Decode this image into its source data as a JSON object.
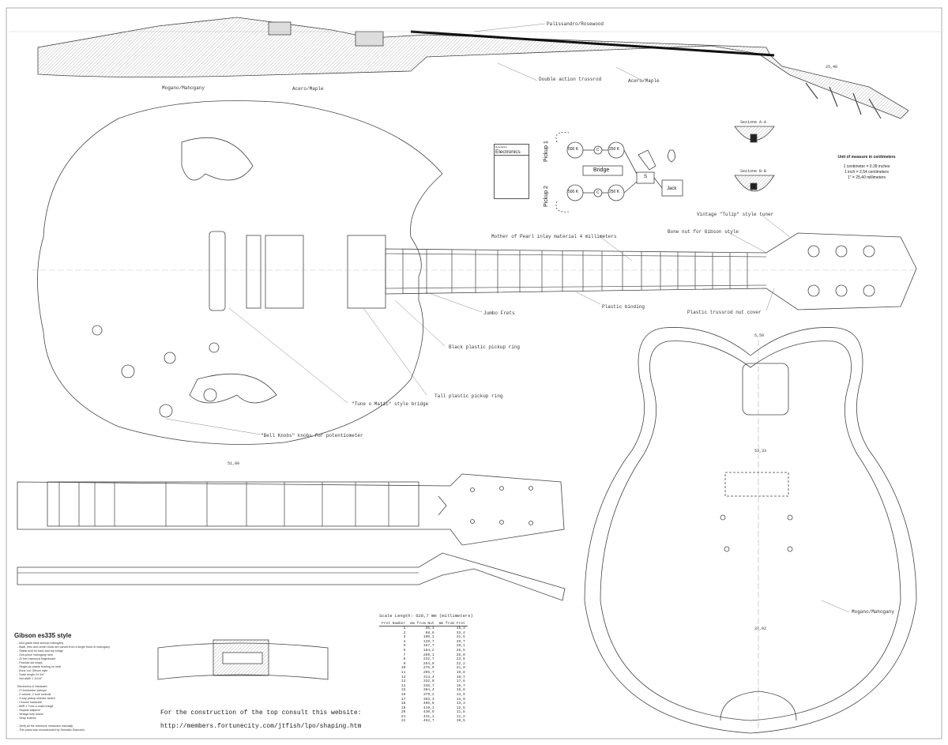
{
  "labels": {
    "palissandro": "Palissandro/Rosewood",
    "double_truss": "Double action trussrod",
    "acero_maple_neck": "Acero/Maple",
    "mogano_top": "Mogano/Mahogany",
    "acero_top": "Acero/Maple",
    "tulip_tuner": "Vintage \"Tulip\" style tuner",
    "bone_nut": "Bone nut for Gibson style",
    "mother_pearl": "Mother of Pearl inlay material 4 millimeters",
    "plastic_truss_cover": "Plastic trussrod nut cover",
    "plastic_binding": "Plastic binding",
    "jumbo_frets": "Jumbo Frets",
    "black_ring": "Black plastic pickup ring",
    "tall_ring": "Tall plastic pickup ring",
    "tune_o_matic": "\"Tune o Matic\" style bridge",
    "bell_knobs": "\"Bell Knobs\" knobs for potentiometer",
    "mogano_body": "Mogano/Mahogany",
    "section_aa": "Sezione A-A",
    "section_bb": "Sezione B-B"
  },
  "units": {
    "heading": "Unit of measure in centimeters",
    "lines": [
      "1 centimeter = 0.39 inches",
      "1 inch = 2,54 centimeters",
      "1\" = 25,40 millimeters"
    ]
  },
  "electronics": {
    "header": "Description",
    "title": "Electronics",
    "pickup1": "Pickup 1",
    "pickup2": "Pickup 2",
    "pot_500": "500 K",
    "pot_250": "250 K",
    "cap": "C",
    "bridge": "Bridge",
    "switch": "S",
    "jack": "Jack"
  },
  "model": {
    "title": "Gibson es335 style",
    "specs": [
      "- AA4 grade back and top mahogany",
      "- Back, rims and center block are carved from a single block of mahogany",
      "- Stable scrit for back and top bridge",
      "- One-piece mahogany neck",
      "- 22 fret rosewood fingerboard",
      "- Pearloid dot inlays",
      "- Single-ply plastic binding on neck",
      "- Bone nut, Gibson style",
      "- Scale length 24 3/4\"",
      "- Nut width 1 11/16\"",
      "",
      "  Electronics & Hardware:",
      "- 2 Humbucker pickups",
      "- 2 volume, 2 tone controls",
      "- 3-way pickup selector switch",
      "- Chrome hardware",
      "- ABR-1 Tune-o-matic bridge",
      "- Stopbar tailpiece",
      "- Vintage tulip tuners",
      "- Strap buttons",
      "",
      "- Verify all the reference measures manually",
      "- This plans was reconstructed by Servadio Giancarlo"
    ]
  },
  "website": {
    "line1": "For the construction of the top consult this website:",
    "line2": "http://members.fortunecity.com/jtfish/lpo/shaping.htm"
  },
  "fret_table": {
    "caption": "Scale Length: 628,7 mm (millimeters)",
    "headers": [
      "Fret Number",
      "mm from Nut",
      "mm from Fret"
    ],
    "rows": [
      [
        "1",
        "35,3",
        "35,3"
      ],
      [
        "2",
        "68,6",
        "33,4"
      ],
      [
        "3",
        "100,1",
        "31,5"
      ],
      [
        "4",
        "129,7",
        "29,7"
      ],
      [
        "5",
        "157,7",
        "28,1"
      ],
      [
        "6",
        "184,2",
        "26,5"
      ],
      [
        "7",
        "209,1",
        "25,0"
      ],
      [
        "8",
        "232,7",
        "23,6"
      ],
      [
        "9",
        "254,9",
        "22,2"
      ],
      [
        "10",
        "275,9",
        "21,0"
      ],
      [
        "11",
        "295,7",
        "19,8"
      ],
      [
        "12",
        "314,4",
        "18,7"
      ],
      [
        "13",
        "332,0",
        "17,6"
      ],
      [
        "14",
        "348,7",
        "16,7"
      ],
      [
        "15",
        "364,4",
        "15,8"
      ],
      [
        "16",
        "379,2",
        "14,9"
      ],
      [
        "17",
        "393,3",
        "14,0"
      ],
      [
        "18",
        "406,6",
        "13,3"
      ],
      [
        "19",
        "419,1",
        "12,5"
      ],
      [
        "20",
        "430,9",
        "11,8"
      ],
      [
        "21",
        "441,1",
        "11,2"
      ],
      [
        "22",
        "452,7",
        "10,5"
      ]
    ]
  },
  "dims": {
    "headstock": "25,40",
    "neck_side": "51,00",
    "body_length": "53,33",
    "body_top": "5,50",
    "bottom_neck": "37,02"
  },
  "colors": {
    "line": "#444444",
    "hatch": "#888888",
    "paper": "#ffffff"
  }
}
